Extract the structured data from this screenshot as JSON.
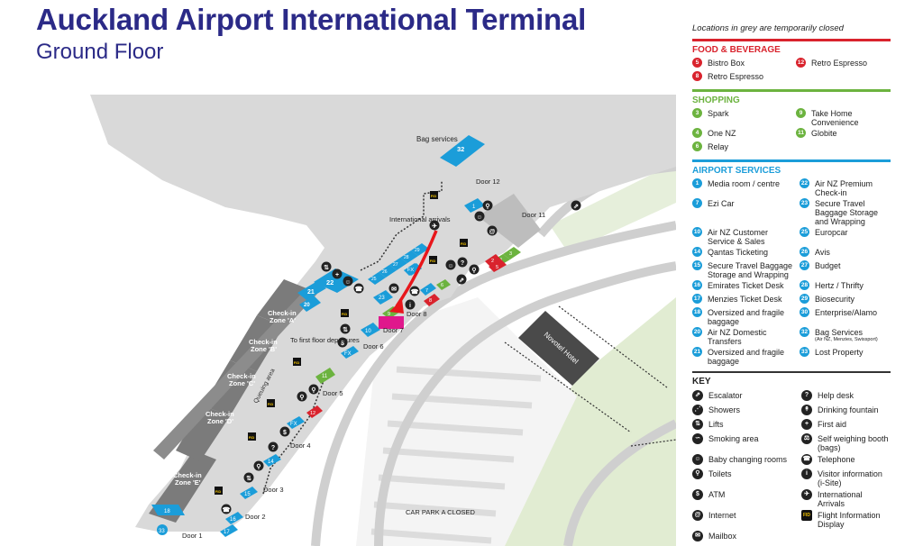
{
  "header": {
    "title": "Auckland Airport International Terminal",
    "subtitle": "Ground Floor"
  },
  "legend": {
    "closed_note": "Locations in grey are temporarily closed",
    "food_beverage": {
      "title": "FOOD & BEVERAGE",
      "color": "#d9232d",
      "items": [
        {
          "num": "5",
          "label": "Bistro Box"
        },
        {
          "num": "12",
          "label": "Retro Espresso"
        },
        {
          "num": "8",
          "label": "Retro Espresso"
        }
      ]
    },
    "shopping": {
      "title": "SHOPPING",
      "color": "#6cb33f",
      "items": [
        {
          "num": "3",
          "label": "Spark"
        },
        {
          "num": "9",
          "label": "Take Home Convenience"
        },
        {
          "num": "4",
          "label": "One NZ"
        },
        {
          "num": "11",
          "label": "Globite"
        },
        {
          "num": "6",
          "label": "Relay"
        }
      ]
    },
    "airport_services": {
      "title": "AIRPORT SERVICES",
      "color": "#1b9dd9",
      "items": [
        {
          "num": "1",
          "label": "Media room / centre"
        },
        {
          "num": "22",
          "label": "Air NZ Premium Check-in"
        },
        {
          "num": "7",
          "label": "Ezi Car"
        },
        {
          "num": "23",
          "label": "Secure Travel Baggage Storage and Wrapping"
        },
        {
          "num": "10",
          "label": "Air NZ Customer Service & Sales"
        },
        {
          "num": "25",
          "label": "Europcar"
        },
        {
          "num": "14",
          "label": "Qantas Ticketing"
        },
        {
          "num": "26",
          "label": "Avis"
        },
        {
          "num": "15",
          "label": "Secure Travel Baggage Storage and Wrapping"
        },
        {
          "num": "27",
          "label": "Budget"
        },
        {
          "num": "16",
          "label": "Emirates Ticket Desk"
        },
        {
          "num": "28",
          "label": "Hertz / Thrifty"
        },
        {
          "num": "17",
          "label": "Menzies Ticket Desk"
        },
        {
          "num": "29",
          "label": "Biosecurity"
        },
        {
          "num": "18",
          "label": "Oversized and fragile baggage"
        },
        {
          "num": "30",
          "label": "Enterprise/Alamo"
        },
        {
          "num": "20",
          "label": "Air NZ Domestic Transfers"
        },
        {
          "num": "32",
          "label": "Bag Services",
          "note": "(Air NZ, Menzies, Swissport)"
        },
        {
          "num": "21",
          "label": "Oversized and fragile baggage"
        },
        {
          "num": "33",
          "label": "Lost Property"
        }
      ]
    },
    "key": {
      "title": "KEY",
      "items": [
        {
          "icon": "escalator-icon",
          "glyph": "⇗",
          "label": "Escalator"
        },
        {
          "icon": "help-desk-icon",
          "glyph": "?",
          "label": "Help desk"
        },
        {
          "icon": "showers-icon",
          "glyph": "⋰",
          "label": "Showers"
        },
        {
          "icon": "drinking-fountain-icon",
          "glyph": "↟",
          "label": "Drinking fountain"
        },
        {
          "icon": "lifts-icon",
          "glyph": "⇅",
          "label": "Lifts"
        },
        {
          "icon": "first-aid-icon",
          "glyph": "+",
          "label": "First aid"
        },
        {
          "icon": "smoking-area-icon",
          "glyph": "∽",
          "label": "Smoking area"
        },
        {
          "icon": "self-weighing-booth-icon",
          "glyph": "⚖",
          "label": "Self weighing booth (bags)"
        },
        {
          "icon": "baby-changing-icon",
          "glyph": "☺",
          "label": "Baby changing rooms"
        },
        {
          "icon": "telephone-icon",
          "glyph": "☎",
          "label": "Telephone"
        },
        {
          "icon": "toilets-icon",
          "glyph": "⚲",
          "label": "Toilets"
        },
        {
          "icon": "visitor-information-icon",
          "glyph": "i",
          "label": "Visitor information (i-Site)"
        },
        {
          "icon": "atm-icon",
          "glyph": "$",
          "label": "ATM"
        },
        {
          "icon": "international-arrivals-icon",
          "glyph": "✈",
          "label": "International Arrivals"
        },
        {
          "icon": "internet-icon",
          "glyph": "@",
          "label": "Internet"
        },
        {
          "icon": "flight-information-icon",
          "glyph": "FID",
          "label": "Flight Information Display"
        },
        {
          "icon": "mailbox-icon",
          "glyph": "✉",
          "label": "Mailbox"
        }
      ]
    }
  },
  "map": {
    "labels": {
      "bag_services": "Bag services",
      "international_arrivals": "International arrivals",
      "first_floor": "To first floor departures",
      "queuing": "Queuing area",
      "car_park": "CAR PARK A CLOSED",
      "hotel": "Novotel Hotel",
      "door1": "Door 1",
      "door2": "Door 2",
      "door3": "Door 3",
      "door4": "Door 4",
      "door5": "Door 5",
      "door6": "Door 6",
      "door7": "Door 7",
      "door8": "Door 8",
      "door11": "Door 11",
      "door12": "Door 12"
    },
    "zones": [
      {
        "name": "Check-in",
        "zone": "Zone 'A'"
      },
      {
        "name": "Check-in",
        "zone": "Zone 'B'"
      },
      {
        "name": "Check-in",
        "zone": "Zone 'C'"
      },
      {
        "name": "Check-in",
        "zone": "Zone 'D'"
      },
      {
        "name": "Check-in",
        "zone": "Zone 'E'"
      }
    ],
    "blue_markers": [
      "32",
      "22",
      "21",
      "20",
      "25",
      "26",
      "27",
      "28",
      "29",
      "30",
      "1",
      "23",
      "7",
      "10",
      "FX",
      "FX",
      "FX",
      "14",
      "15",
      "16",
      "17",
      "18",
      "33"
    ],
    "green_markers": [
      "3",
      "4",
      "6",
      "9",
      "11"
    ],
    "red_markers": [
      "2",
      "5",
      "8",
      "12"
    ],
    "colors": {
      "terminal_grey": "#d9d9d9",
      "checkin_grey": "#7b7b7b",
      "service_blue": "#1b9dd9",
      "shop_green": "#6cb33f",
      "food_red": "#d9232d",
      "path_red": "#e8161b",
      "highlight_magenta": "#e0188c",
      "car_park_grey": "#d6d6d6",
      "grass_green": "#e1ecd2"
    }
  }
}
